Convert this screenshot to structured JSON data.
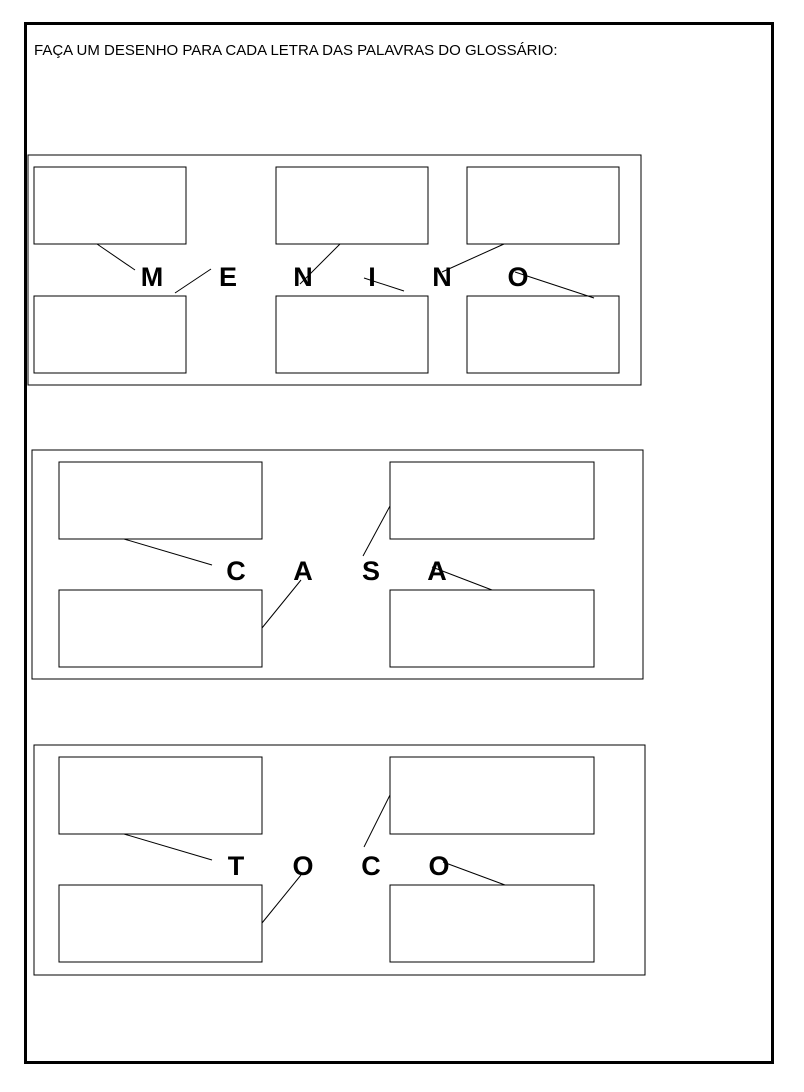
{
  "instruction": "FAÇA UM DESENHO PARA CADA LETRA DAS PALAVRAS DO GLOSSÁRIO:",
  "words": [
    {
      "word": "MENINO",
      "letters": [
        "M",
        "E",
        "N",
        "I",
        "N",
        "O"
      ]
    },
    {
      "word": "CASA",
      "letters": [
        "C",
        "A",
        "S",
        "A"
      ]
    },
    {
      "word": "TOCO",
      "letters": [
        "T",
        "O",
        "C",
        "O"
      ]
    }
  ]
}
